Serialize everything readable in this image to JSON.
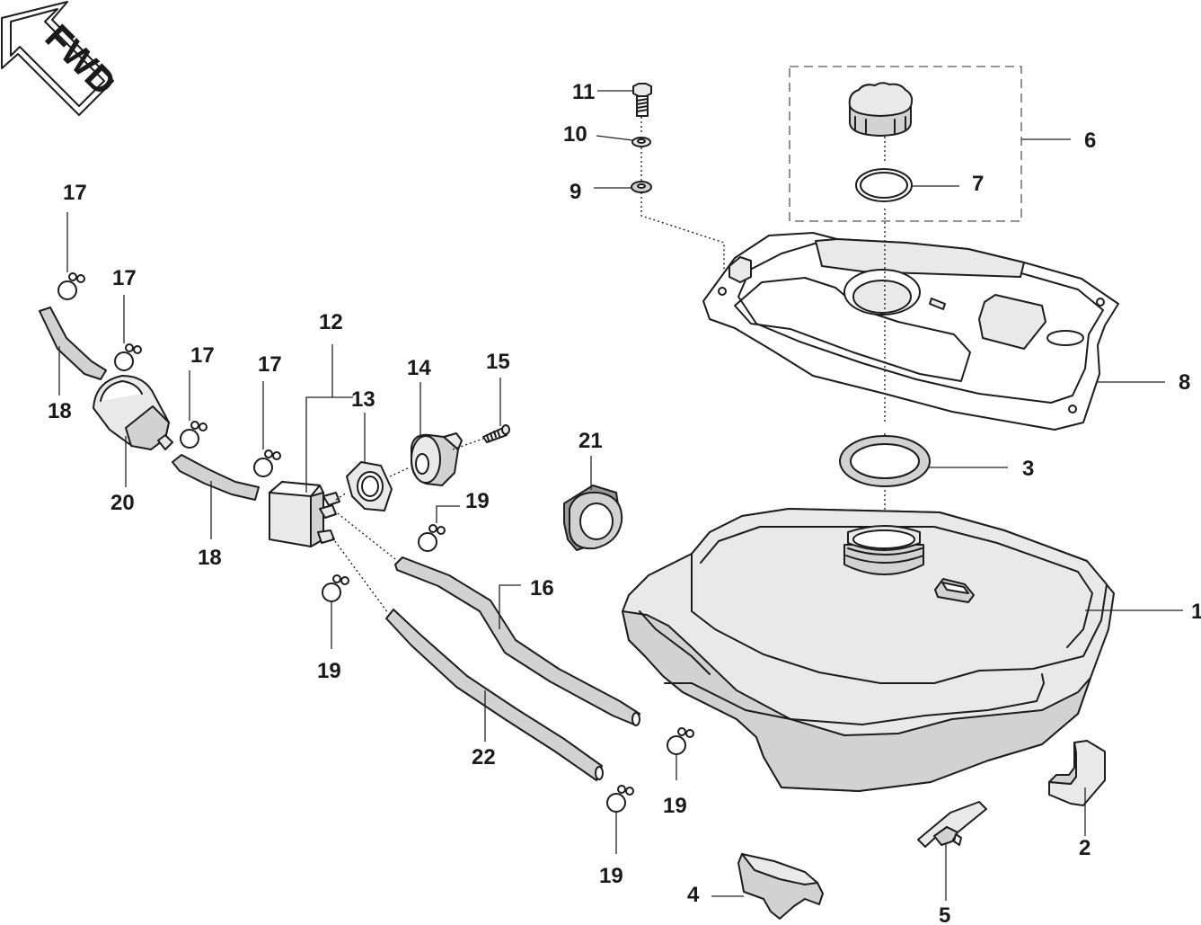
{
  "fwd_arrow": {
    "text": "FWD",
    "icon": "forward-direction-arrow-icon"
  },
  "labels": {
    "n1": "1",
    "n2": "2",
    "n3": "3",
    "n4": "4",
    "n5": "5",
    "n6": "6",
    "n7": "7",
    "n8": "8",
    "n9": "9",
    "n10": "10",
    "n11": "11",
    "n12": "12",
    "n13": "13",
    "n14": "14",
    "n15": "15",
    "n16": "16",
    "n17a": "17",
    "n17b": "17",
    "n17c": "17",
    "n17d": "17",
    "n18a": "18",
    "n18b": "18",
    "n19a": "19",
    "n19b": "19",
    "n19c": "19",
    "n19d": "19",
    "n20": "20",
    "n21": "21",
    "n22": "22"
  },
  "colors": {
    "line": "#1d1d1d",
    "part_fill": "#e9e9e9",
    "shade": "#d2d2d2",
    "dark": "#9a9a9a"
  }
}
